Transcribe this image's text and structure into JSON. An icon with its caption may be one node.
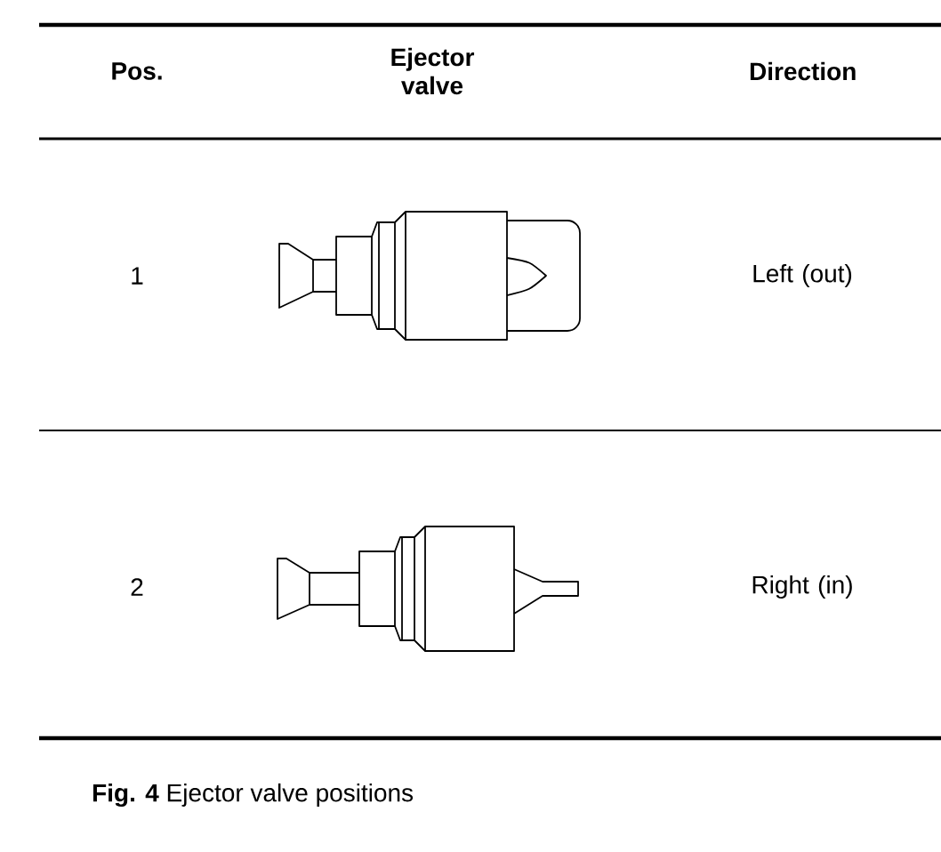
{
  "diagram": {
    "caption": "**Fig. 4** Ejector valve positions",
    "labels": [
      "Pos.",
      "Ejector valve",
      "Direction",
      "1",
      "Left (out)",
      "2",
      "Right (in)"
    ]
  }
}
